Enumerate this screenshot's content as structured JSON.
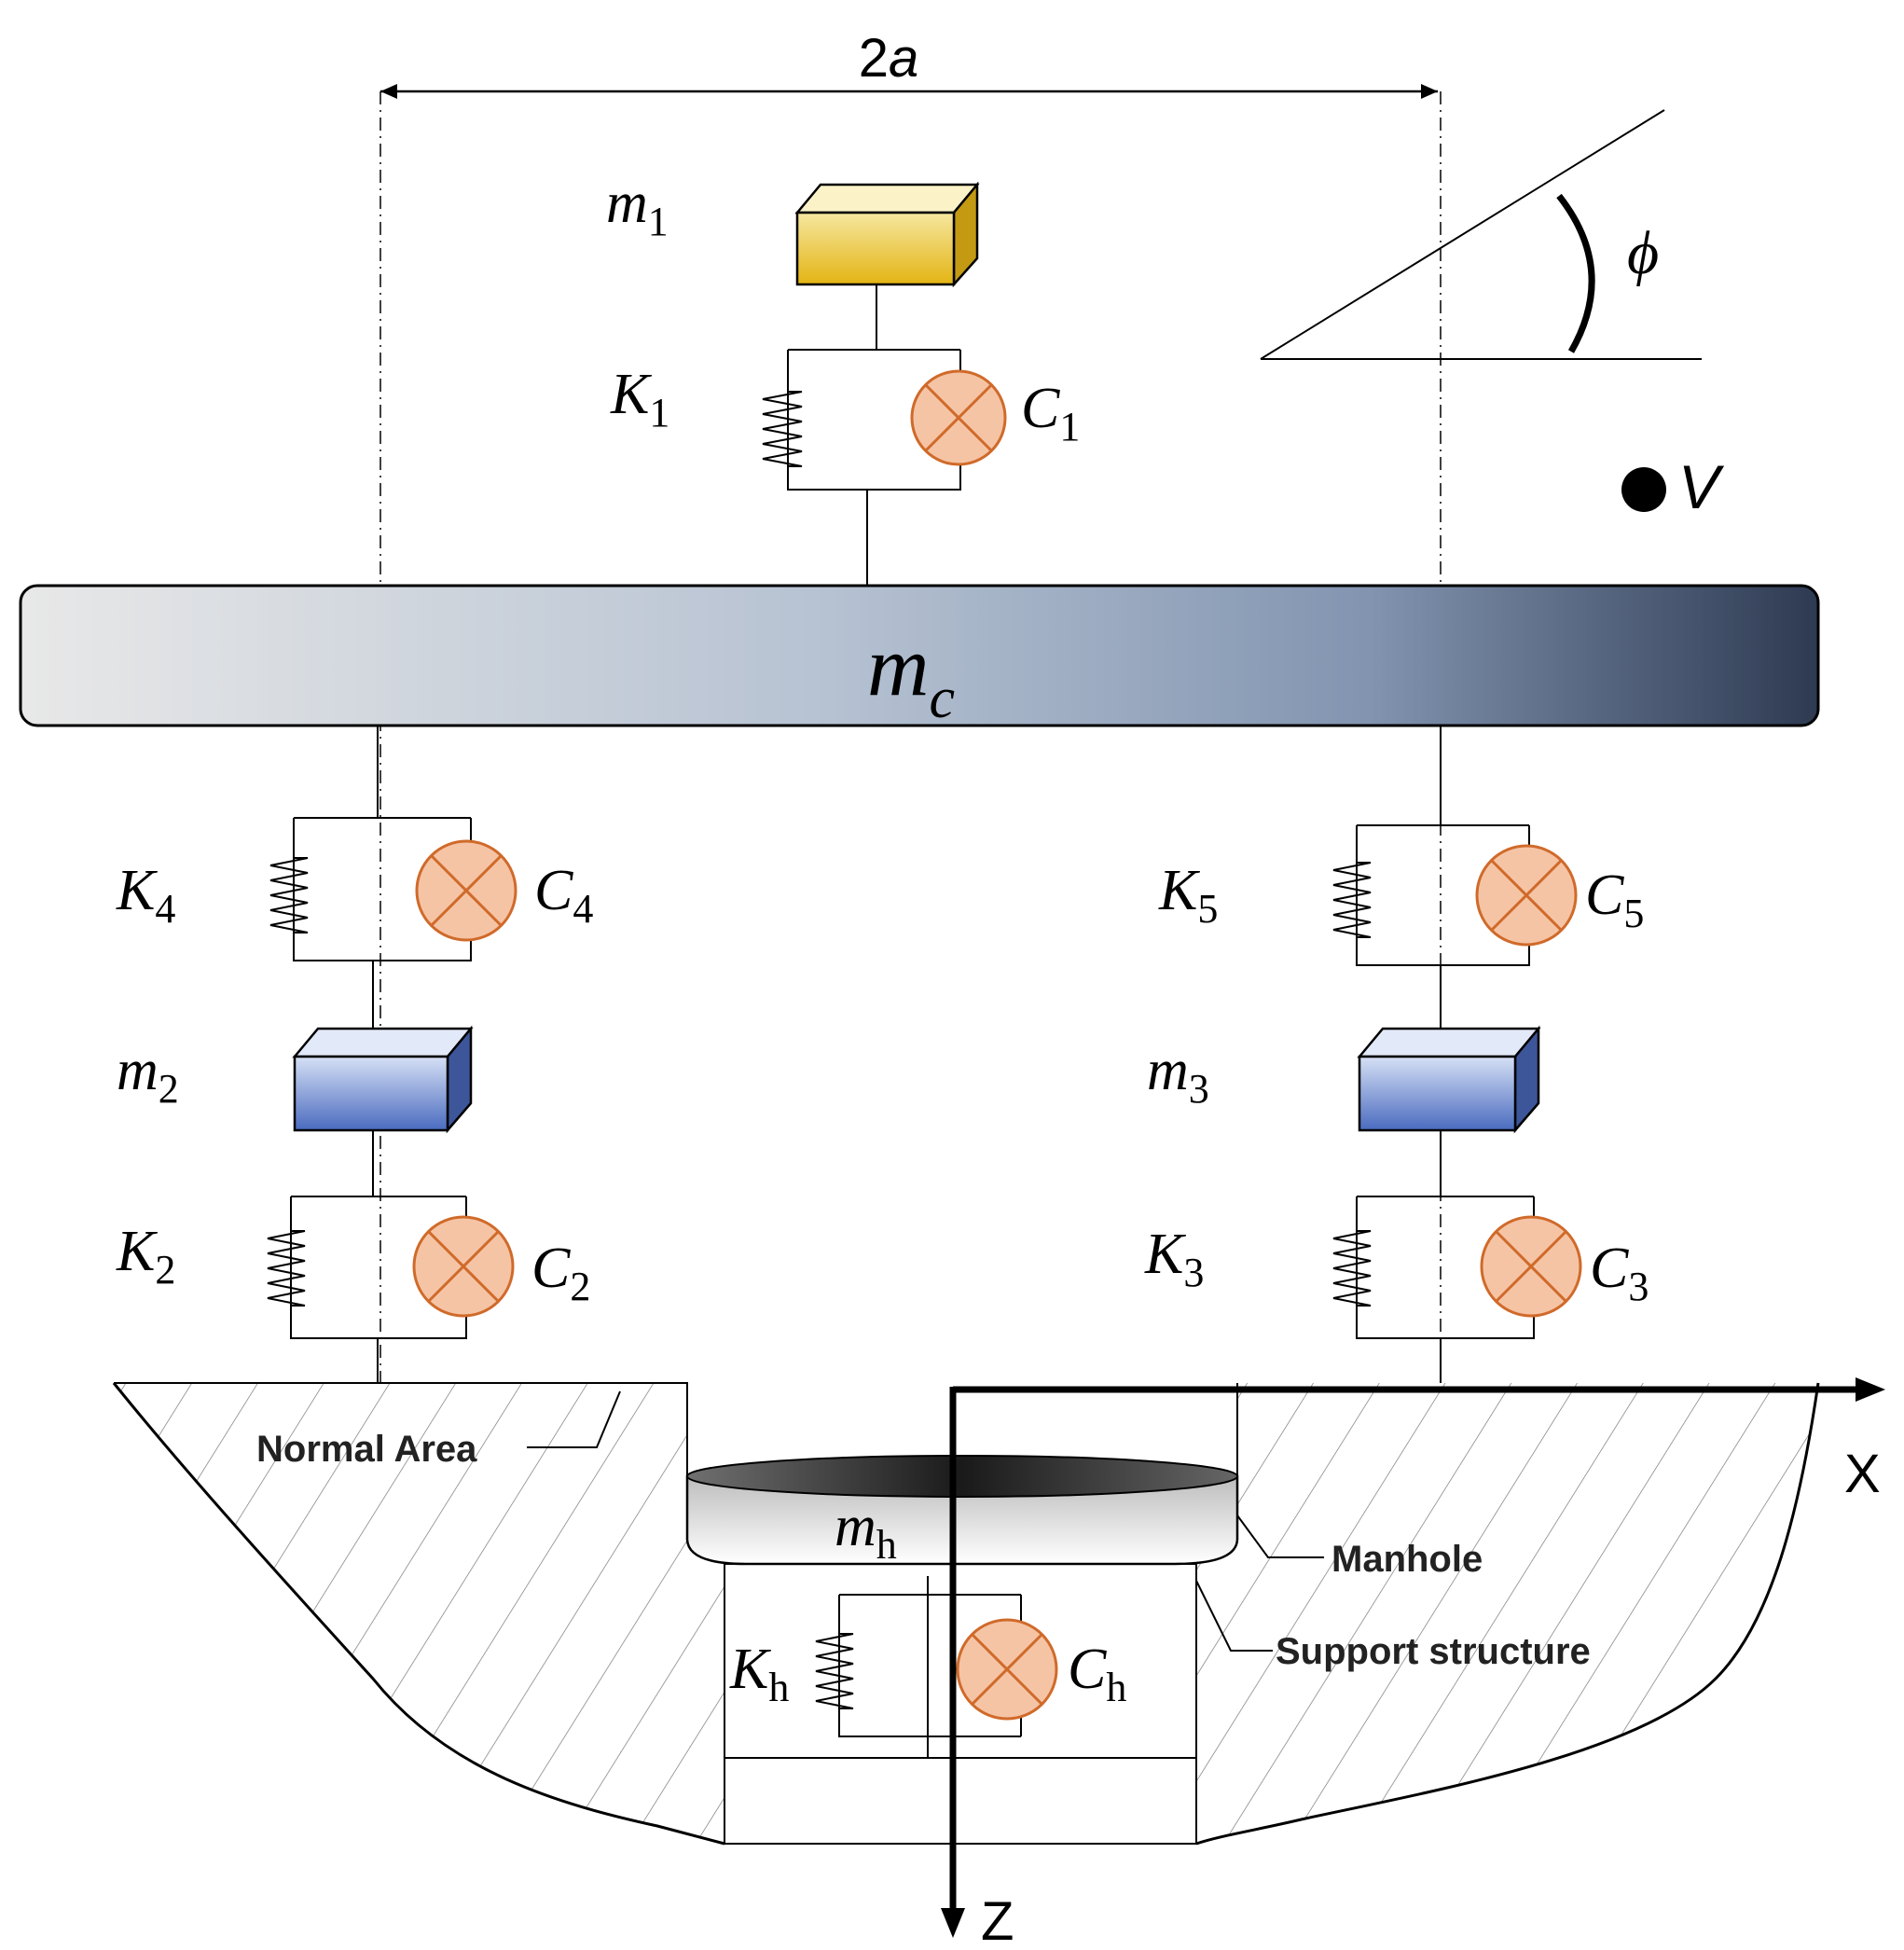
{
  "dimension": {
    "base": "2",
    "var": "a"
  },
  "angle": {
    "symbol": "ϕ"
  },
  "velocity": {
    "symbol": "V"
  },
  "masses": {
    "m1": {
      "sym": "m",
      "sub": "1"
    },
    "mc": {
      "sym": "m",
      "sub": "c"
    },
    "m2": {
      "sym": "m",
      "sub": "2"
    },
    "m3": {
      "sym": "m",
      "sub": "3"
    },
    "mh": {
      "sym": "m",
      "sub": "h"
    }
  },
  "springs": {
    "K1": {
      "sym": "K",
      "sub": "1"
    },
    "K2": {
      "sym": "K",
      "sub": "2"
    },
    "K3": {
      "sym": "K",
      "sub": "3"
    },
    "K4": {
      "sym": "K",
      "sub": "4"
    },
    "K5": {
      "sym": "K",
      "sub": "5"
    },
    "Kh": {
      "sym": "K",
      "sub": "h"
    }
  },
  "dampers": {
    "C1": {
      "sym": "C",
      "sub": "1"
    },
    "C2": {
      "sym": "C",
      "sub": "2"
    },
    "C3": {
      "sym": "C",
      "sub": "3"
    },
    "C4": {
      "sym": "C",
      "sub": "4"
    },
    "C5": {
      "sym": "C",
      "sub": "5"
    },
    "Ch": {
      "sym": "C",
      "sub": "h"
    }
  },
  "labels": {
    "normal_area": "Normal Area",
    "manhole": "Manhole",
    "support_structure": "Support structure"
  },
  "axes": {
    "x": "X",
    "z": "Z"
  },
  "colors": {
    "m1_top": "#f6e7a0",
    "m1_bottom": "#e3b413",
    "wheel_mass_top": "#d6e0f5",
    "wheel_mass_bottom": "#4a6bbf",
    "body_left": "#e8e8e8",
    "body_right": "#2e3a52",
    "damper_fill": "#f5c4a5",
    "damper_stroke": "#d06a2a"
  }
}
